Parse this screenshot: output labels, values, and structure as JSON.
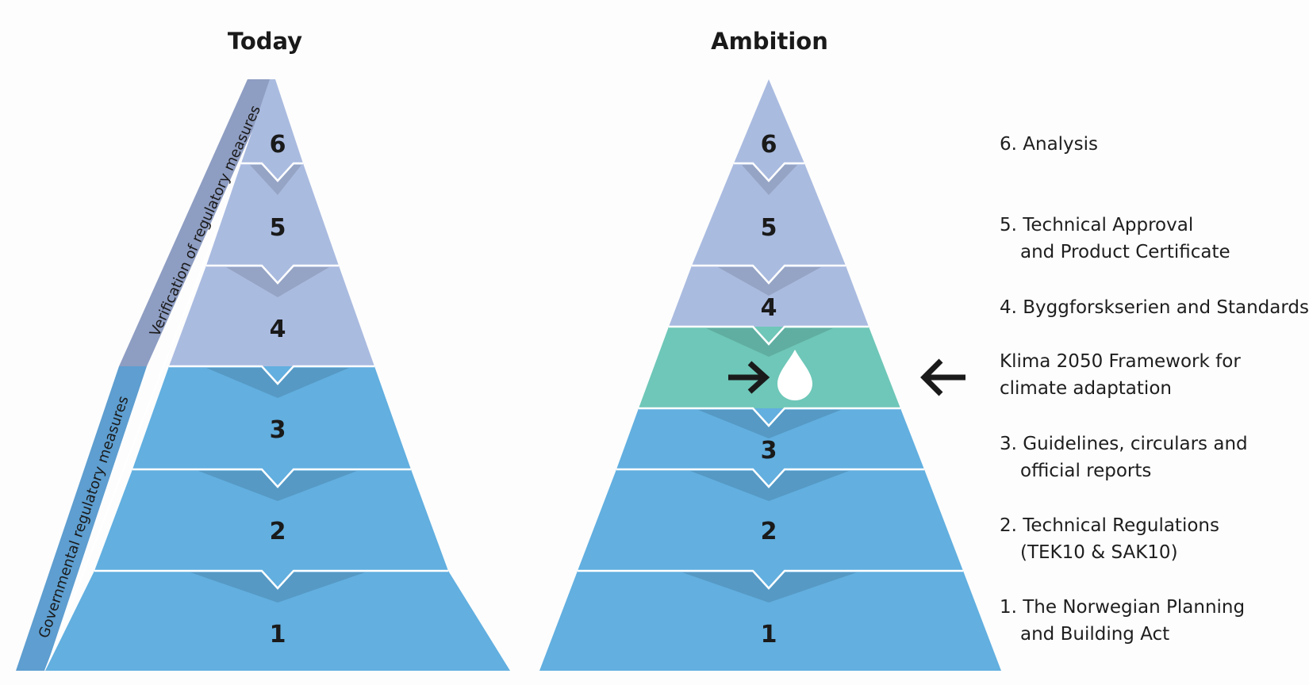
{
  "titles": {
    "left": "Today",
    "right": "Ambition"
  },
  "side_labels": {
    "verification": "Verification of regulatory measures",
    "governmental": "Governmental regulatory measures"
  },
  "levels": {
    "l6": "6",
    "l5": "5",
    "l4": "4",
    "l3": "3",
    "l2": "2",
    "l1": "1"
  },
  "legend": {
    "l6": [
      "6. Analysis"
    ],
    "l5": [
      "5. Technical Approval",
      "and Product Certificate"
    ],
    "l4": [
      "4. Byggforskserien and Standards"
    ],
    "klima": [
      "Klima 2050 Framework for",
      "climate adaptation"
    ],
    "l3": [
      "3. Guidelines, circulars and",
      "official reports"
    ],
    "l2": [
      "2. Technical Regulations",
      "(TEK10 & SAK10)"
    ],
    "l1": [
      "1. The Norwegian Planning",
      "and Building Act"
    ]
  },
  "colors": {
    "upper_tier": "#aabbe0",
    "lower_tier": "#62afe0",
    "klima_tier": "#6ec7b8",
    "side_band_dark": "#8e9dc2",
    "side_band_blue": "#5e9ed0",
    "text": "#1a1a1a"
  },
  "icons": {
    "arrow": "arrow-right-icon",
    "drop": "water-drop-icon",
    "pointer": "arrow-left-icon"
  }
}
